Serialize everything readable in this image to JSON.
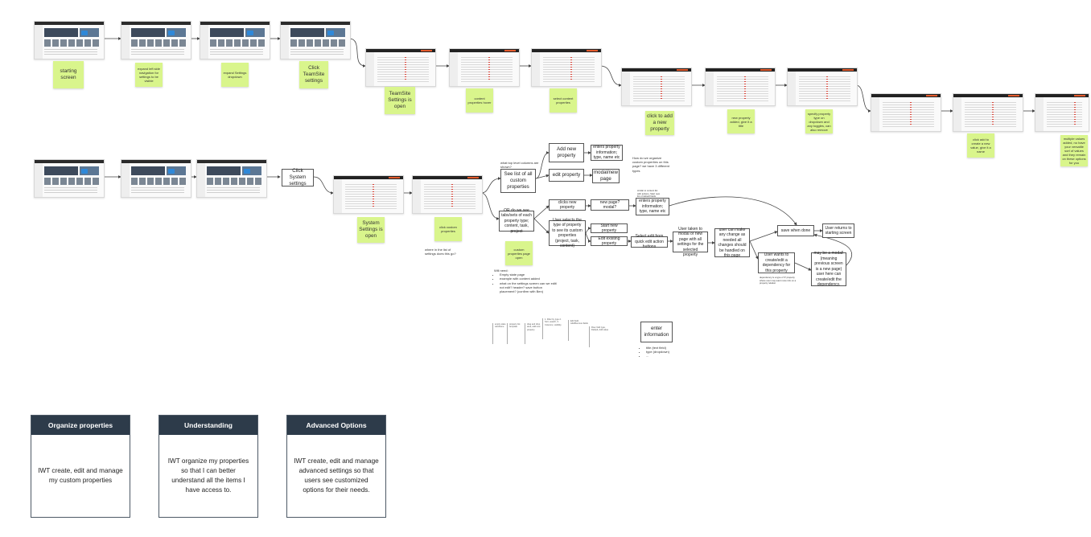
{
  "flow_row1": {
    "stickies": [
      "starting screen",
      "expand left side navigation for settings to be visible",
      "expand Settings dropdown",
      "Click TeamSite settings",
      "TeamSite Settings is open",
      "content properties hover",
      "select content properties",
      "click to add a new property",
      "new property added, give it a title",
      "specify property type on dropdown and any toggles, can also remove",
      "click add to create a new value, give it a name",
      "multiple values added, no have your versatile sort of values and they remain on these options for you"
    ]
  },
  "flow_row2": {
    "click_system_settings": "Click System settings",
    "stickies": [
      "System Settings is open",
      "click custom properties",
      "custom properties page open"
    ],
    "where_note": "where in the list of settings does this go?"
  },
  "ideas": {
    "top_level_question": "what top level columns are shown?",
    "see_list": "See list of all custom properties",
    "add_new": "Add new property",
    "enters_info": "enters property information; type, name etc",
    "edit_property": "edit property",
    "modal_new_page": "modal/new page",
    "organize_question": "How do we organize custom properties on this page? we have 3 different types",
    "or_tabs": "OR do we see tabs/sets of each property type; content, task, project",
    "clicks_new": "clicks new property",
    "new_page_modal": "new page? modal?",
    "small_note": "similar to content list with actions, Start new list of default fields",
    "enters_info2": "enters property information; type, name etc",
    "user_selects": "User selects the type of property to see its custom properties (project, task, content)",
    "start_new": "Start new property",
    "edit_existing": "Edit existing property",
    "select_edit": "Select edit from quick edit action buttons",
    "user_taken": "User taken to modal or new page with all settings for the selected property",
    "make_change": "user can make any change as needed all changes should be handled on this page",
    "save_when_done": "save when done",
    "user_returns": "User returns to starting screen",
    "user_wants": "User wants to create/edit a dependency for this property",
    "may_be_modal": "may be a modal! (meaning previous screen is a new page) user here can create/edit the dependency.",
    "dep_note": "dependency is a type of 'if' property where user may want more info on a property relation",
    "will_need_title": "Will need:",
    "will_need_items": [
      "Empty state page",
      "example with content added",
      "what on the settings screen can we edit/ not edit? header? save button placement? (confirm with Ben)"
    ],
    "enter_information": "enter information",
    "enter_items": [
      "title (text field)",
      "type (dropdown)",
      "..."
    ]
  },
  "mini_notes": [
    "empty state wireframe",
    "property list template",
    "drag and drop area, add new property",
    "1. Filter by type 2. Sort, search, 3. Columns, visibility",
    "Edit field, Add/Remove fields",
    "Row, field type, Default, Add value"
  ],
  "cards": [
    {
      "title": "Organize properties",
      "body": "IWT create, edit and manage my custom properties"
    },
    {
      "title": "Understanding",
      "body": "IWT organize my properties so that I can better understand all the items I have access to."
    },
    {
      "title": "Advanced Options",
      "body": "IWT create, edit and manage advanced settings so that users see customized options for their needs."
    }
  ]
}
